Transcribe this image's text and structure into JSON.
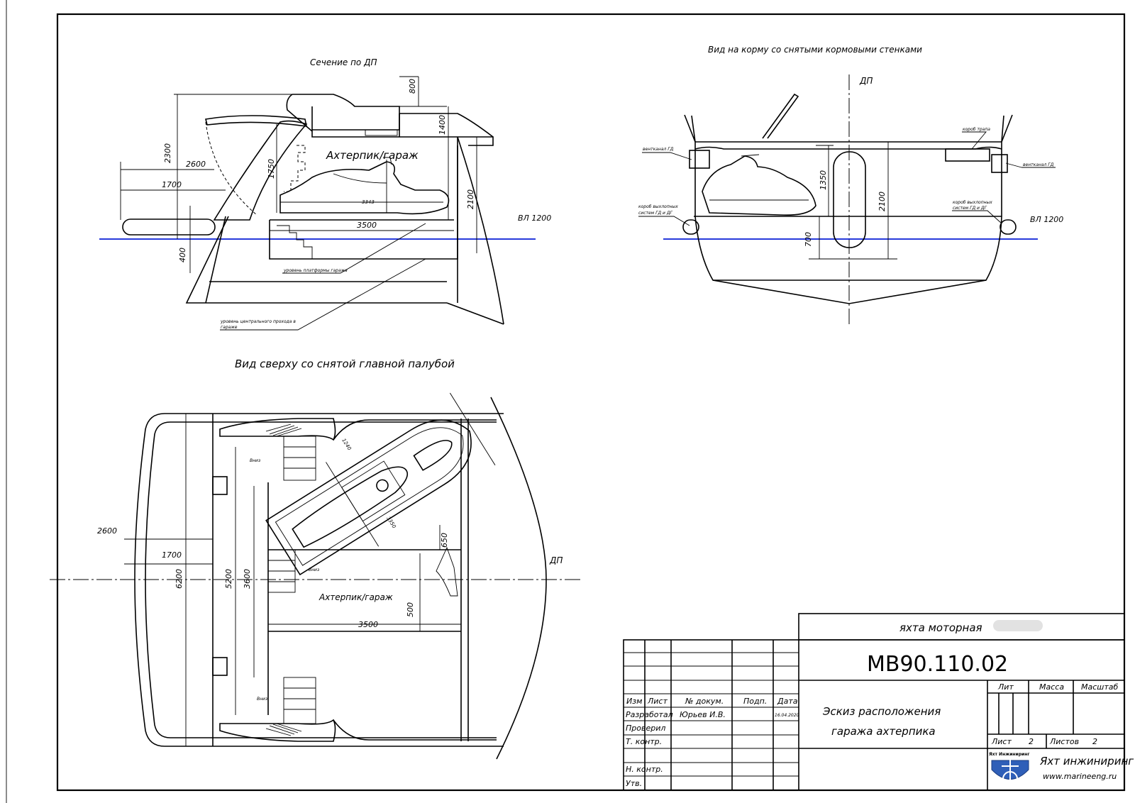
{
  "views": {
    "section": {
      "title": "Сечение по ДП",
      "garage_label": "Ахтерпик/гараж",
      "dims": {
        "d800": "800",
        "d1400": "1400",
        "d2300": "2300",
        "d2600": "2600",
        "d1700": "1700",
        "d1750": "1750",
        "d3343": "3343",
        "d3500": "3500",
        "d2100": "2100",
        "d400": "400"
      },
      "waterline": "ВЛ 1200",
      "note_platform": "уровень платформы гаража",
      "note_passage_1": "уровень центрального прохода в",
      "note_passage_2": "гараже"
    },
    "stern": {
      "title": "Вид на корму со снятыми кормовыми стенками",
      "centerline": "ДП",
      "dims": {
        "d1350": "1350",
        "d2100": "2100",
        "d700": "700"
      },
      "waterline": "ВЛ 1200",
      "note_vent_left": "вентканал ГД",
      "note_vent_right": "вентканал ГД",
      "note_ramp": "короб трапа",
      "note_exhaust_left_1": "короб выхлопных",
      "note_exhaust_left_2": "систем ГД и ДГ",
      "note_exhaust_right_1": "короб выхлопных",
      "note_exhaust_right_2": "систем ГД и ДГ"
    },
    "plan": {
      "title": "Вид сверху со снятой главной палубой",
      "centerline": "ДП",
      "garage_label": "Ахтерпик/гараж",
      "down_label_1": "Вниз",
      "down_label_2": "Вниз",
      "down_label_3": "Вниз",
      "dims": {
        "d2600": "2600",
        "d1700": "1700",
        "d6200": "6200",
        "d5200": "5200",
        "d3600": "3600",
        "d3500": "3500",
        "d650": "650",
        "d500": "500",
        "d1240": "1240",
        "d3350": "3350"
      }
    }
  },
  "title_block": {
    "project": "яхта моторная",
    "doc_number": "МВ90.110.02",
    "doc_title_1": "Эскиз расположения",
    "doc_title_2": "гаража ахтерпика",
    "col_izm": "Изм",
    "col_list": "Лист",
    "col_doc": "№ докум.",
    "col_sign": "Подп.",
    "col_date": "Дата",
    "row_developed": "Разработал",
    "row_checked": "Проверил",
    "row_tcontrol": "Т. контр.",
    "row_ncontrol": "Н. контр.",
    "row_approved": "Утв.",
    "developer": "Юрьев И.В.",
    "date": "16.04.2020",
    "lit": "Лит",
    "mass": "Масса",
    "scale": "Масштаб",
    "sheet_label": "Лист",
    "sheet_value": "2",
    "sheets_label": "Листов",
    "sheets_value": "2",
    "logo_text": "Яхт Инжиниринг",
    "company": "Яхт инжиниринг",
    "website": "www.marineeng.ru"
  },
  "colors": {
    "waterline": "#0a1fd6",
    "ink": "#000000"
  }
}
